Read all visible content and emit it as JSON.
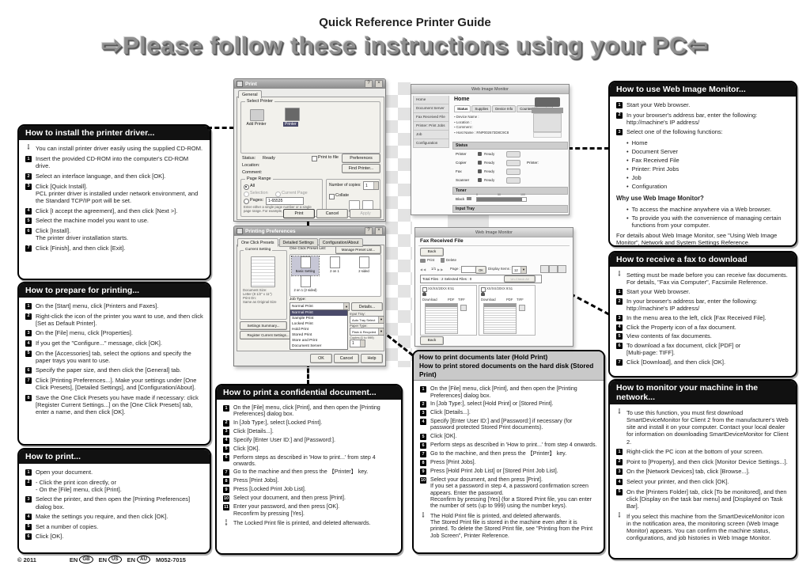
{
  "page": {
    "title": "Quick Reference Printer Guide",
    "main_heading": "⇨Please follow these instructions using your PC⇦"
  },
  "footer": {
    "copyright": "© 2011",
    "en": "EN",
    "regions": [
      "GB",
      "US",
      "AU"
    ],
    "model": "M052-7015"
  },
  "boxes": {
    "install": {
      "title": "How to install the printer driver...",
      "note": "You can install printer driver easily using the supplied CD-ROM.",
      "steps": [
        "Insert the provided CD-ROM into the computer's CD-ROM drive.",
        "Select an interface language, and then click [OK].",
        "Click [Quick Install].\nPCL printer driver is installed under network environment, and the Standard TCP/IP port will be set.",
        "Click [I accept the agreement], and then click [Next >].",
        "Select the machine model you want to use.",
        "Click [Install].\nThe printer driver installation starts.",
        "Click [Finish], and then click [Exit]."
      ]
    },
    "prepare": {
      "title": "How to prepare for printing...",
      "steps": [
        "On the [Start] menu, click [Printers and Faxes].",
        "Right-click the icon of the printer you want to use, and then click [Set as Default Printer].",
        "On the [File] menu, click [Properties].",
        "If you get the \"Configure...\" message, click [OK].",
        "On the [Accessories] tab, select the options and specify the paper trays you want to use.",
        "Specify the paper size, and then click the [General] tab.",
        "Click [Printing Preferences...]. Make your settings under [One Click Presets], [Detailed Settings], and [Configuration/About].",
        "Save the One Click Presets you have made if necessary: click [Register Current Settings...] on the [One Click Presets] tab, enter a name, and then click [OK]."
      ]
    },
    "print": {
      "title": "How to print...",
      "steps": [
        "Open your document.",
        "- Click the print icon directly, or\n- On the [File] menu, click [Print].",
        "Select the printer, and then open the [Printing Preferences] dialog box.",
        "Make the settings you require, and then click [OK].",
        "Set a number of copies.",
        "Click [OK]."
      ]
    },
    "confidential": {
      "title": "How to print a confidential document...",
      "steps": [
        "On the [File] menu, click [Print], and then open the [Printing Preferences] dialog box.",
        "In [Job Type:], select [Locked Print].",
        "Click [Details...].",
        "Specify [Enter User ID:] and [Password:].",
        "Click [OK].",
        "Perform steps as described in 'How to print...' from step 4 onwards.",
        "Go to the machine and then press the 【Printer】 key.",
        "Press [Print Jobs].",
        "Press [Locked Print Job List].",
        "Select your document, and then press [Print].",
        "Enter your password, and then press [OK].\nReconfirm by pressing [Yes]."
      ],
      "note": "The Locked Print file is printed, and deleted afterwards."
    },
    "hold": {
      "title1": "How to print documents later (Hold Print)",
      "title2": "How to print stored documents on the hard disk (Stored Print)",
      "steps": [
        "On the [File] menu, click [Print], and then open the [Printing Preferences] dialog box.",
        "In [Job Type:], select [Hold Print] or [Stored Print].",
        "Click [Details...].",
        "Specify [Enter User ID:] and [Password:] if necessary (for password protected Stored Print documents).",
        "Click [OK].",
        "Perform steps as described in 'How to print...' from step 4 onwards.",
        "Go to the machine, and then press the 【Printer】 key.",
        "Press [Print Jobs].",
        "Press [Hold Print Job List] or [Stored Print Job List].",
        "Select your document, and then press [Print].\nIf you set a password in step 4, a password confirmation screen appears. Enter the password.\nReconfirm by pressing [Yes] (for a Stored Print file, you can enter the number of sets (up to 999) using the number keys)."
      ],
      "note": "The Hold Print file is printed, and deleted afterwards.\nThe Stored Print file is stored in the machine even after it is printed. To delete the Stored Print file, see \"Printing from the Print Job Screen\", Printer Reference."
    },
    "wim": {
      "title": "How to use Web Image Monitor...",
      "steps": [
        "Start your Web browser.",
        "In your browser's address bar, enter the following:\nhttp://machine's IP address/",
        "Select one of the following functions:"
      ],
      "functions": [
        "Home",
        "Document Server",
        "Fax Received File",
        "Printer: Print Jobs",
        "Job",
        "Configuration"
      ],
      "why_title": "Why use Web Image Monitor?",
      "why": [
        "To access the machine anywhere via a Web browser.",
        "To provide you with the convenience of managing certain functions from your computer."
      ],
      "footer": "For details about Web Image Monitor, see \"Using Web Image Monitor\", Network and System Settings Reference."
    },
    "fax": {
      "title": "How to receive a fax to download",
      "note": "Setting must be made before you can receive fax documents.\nFor details, \"Fax via Computer\", Facsimile Reference.",
      "steps": [
        "Start your Web browser.",
        "In your browser's address bar, enter the following:\nhttp://machine's IP address/",
        "In the menu area to the left, click [Fax Received File].",
        "Click the Property icon of a fax document.",
        "View contents of fax documents.",
        "To download a fax document, click [PDF] or\n[Multi-page: TIFF].",
        "Click [Download], and then click [OK]."
      ]
    },
    "monitor": {
      "title": "How to monitor your machine in the network...",
      "note": "To use this function, you must first download SmartDeviceMonitor for Client 2 from the manufacturer's Web site and install it on your computer. Contact your local dealer for information on downloading SmartDeviceMonitor for Client 2.",
      "steps": [
        "Right-click the PC icon at the bottom of your screen.",
        "Point to [Property], and then click [Monitor Device Settings...].",
        "On the [Network Devices] tab, click [Browse...].",
        "Select your printer, and then click [OK].",
        "On the [Printers Folder] tab, click [To be monitored], and then click [Display on the task bar menu] and [Displayed on Task Bar]."
      ],
      "note2": "If you select this machine from the SmartDeviceMonitor icon in the notification area, the monitoring screen (Web Image Monitor) appears. You can confirm the machine status, configurations, and job histories in Web Image Monitor."
    }
  },
  "screenshots": {
    "print": {
      "title": "Print",
      "tab": "General",
      "select_printer": "Select Printer",
      "add_printer": "Add Printer",
      "printer": "Printer",
      "status_label": "Status:",
      "status": "Ready",
      "location_label": "Location:",
      "comment_label": "Comment:",
      "print_to_file": "Print to file",
      "preferences": "Preferences",
      "find_printer": "Find Printer...",
      "page_range": "Page Range",
      "all": "All",
      "selection": "Selection",
      "current_page": "Current Page",
      "pages_label": "Pages:",
      "pages": "1-65535",
      "hint": "Enter either a single page number or a single page range. For example, 5-12",
      "copies_label": "Number of copies:",
      "copies": "1",
      "collate": "Collate",
      "print_btn": "Print",
      "cancel_btn": "Cancel",
      "apply_btn": "Apply"
    },
    "prefs": {
      "title": "Printing Preferences",
      "tabs": [
        "One Click Presets",
        "Detailed Settings",
        "Configuration/About"
      ],
      "current_setting": "Current Setting",
      "doc_info": "Document Size:\nLetter (8 1/2\" x 11\")\nPrint On:\nSame as Original Size",
      "settings_summary": "Settings Summary...",
      "register": "Register Current Settings...",
      "preset_list": "One Click Preset List:",
      "manage": "Manage Preset List...",
      "presets": [
        "Basic Setting",
        "2 on 1",
        "2 sided",
        "2 on 1 (2 sided)"
      ],
      "job_type": "Job Type:",
      "job_value": "Normal Print",
      "job_options": [
        "Normal Print",
        "Sample Print",
        "Locked Print",
        "Hold Print",
        "Stored Print",
        "Store and Print",
        "Document Server"
      ],
      "details": "Details...",
      "input_tray_label": "Input Tray:",
      "input_tray": "Auto Tray Select",
      "paper_type_label": "Paper Type:",
      "paper_type": "Plain & Recycled",
      "copies_label": "Copies:(1 to 999)",
      "copies": "1",
      "ok": "OK",
      "cancel": "Cancel",
      "help": "Help"
    },
    "wim": {
      "title": "Web Image Monitor",
      "menu": [
        "Home",
        "Document Server",
        "Fax Received File",
        "Printer: Print Jobs",
        "Job",
        "Configuration"
      ],
      "heading": "Home",
      "tabs": [
        "Status",
        "Supplies",
        "Device Info",
        "Counter",
        "Inquiry"
      ],
      "info": [
        "Device Name :",
        "Location :",
        "Comment :",
        "Host Name : RNP002673D8C9C8"
      ],
      "status_section": "Status",
      "rows": [
        "Printer",
        "Copier",
        "Fax",
        "Scanner"
      ],
      "ready": "Ready",
      "group_label": "Printer:",
      "toner_section": "Toner",
      "toner_name": "Black",
      "ticks": [
        "0",
        "50",
        "100"
      ],
      "input_tray_section": "Input Tray"
    },
    "fax": {
      "title": "Web Image Monitor",
      "heading": "Fax Received File",
      "back": "Back",
      "print": "Print",
      "delete": "Delete",
      "pager": "1/1",
      "page_label": "Page :",
      "ok": "OK",
      "display_label": "Display Items :",
      "display_value": "12",
      "totals": "Total Files : 2   Selected Files : 0",
      "uncheck": "Un-Check All",
      "date": "XX/XX/20XX 9:51",
      "download": "Download",
      "pdf": "PDF",
      "tiff": "TIFF"
    }
  }
}
